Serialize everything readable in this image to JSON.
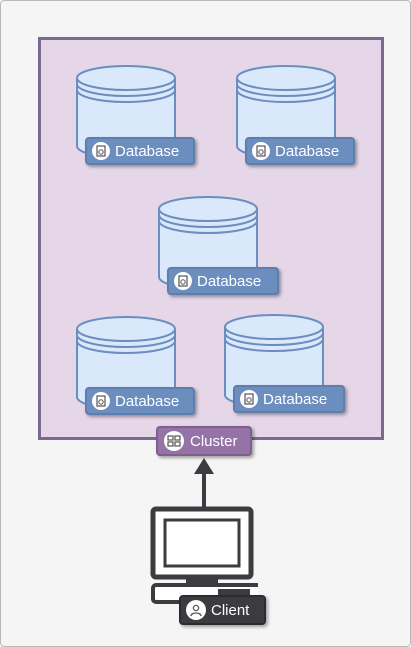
{
  "diagram": {
    "colors": {
      "cluster_border": "#7a6a93",
      "cluster_fill": "#e5d7e8",
      "database_tag": "#6c8ebf",
      "cluster_tag": "#9673a6",
      "client_tag": "#3c3c40",
      "cylinder_fill": "#dae8fc",
      "cylinder_stroke": "#6c8ebf"
    },
    "databases": [
      {
        "label": "Database",
        "icon": "database-doc-icon"
      },
      {
        "label": "Database",
        "icon": "database-doc-icon"
      },
      {
        "label": "Database",
        "icon": "database-doc-icon"
      },
      {
        "label": "Database",
        "icon": "database-doc-icon"
      },
      {
        "label": "Database",
        "icon": "database-doc-icon"
      }
    ],
    "cluster": {
      "label": "Cluster",
      "icon": "cluster-icon"
    },
    "client": {
      "label": "Client",
      "icon": "user-icon"
    },
    "edges": [
      {
        "from": "client",
        "to": "cluster"
      }
    ]
  }
}
